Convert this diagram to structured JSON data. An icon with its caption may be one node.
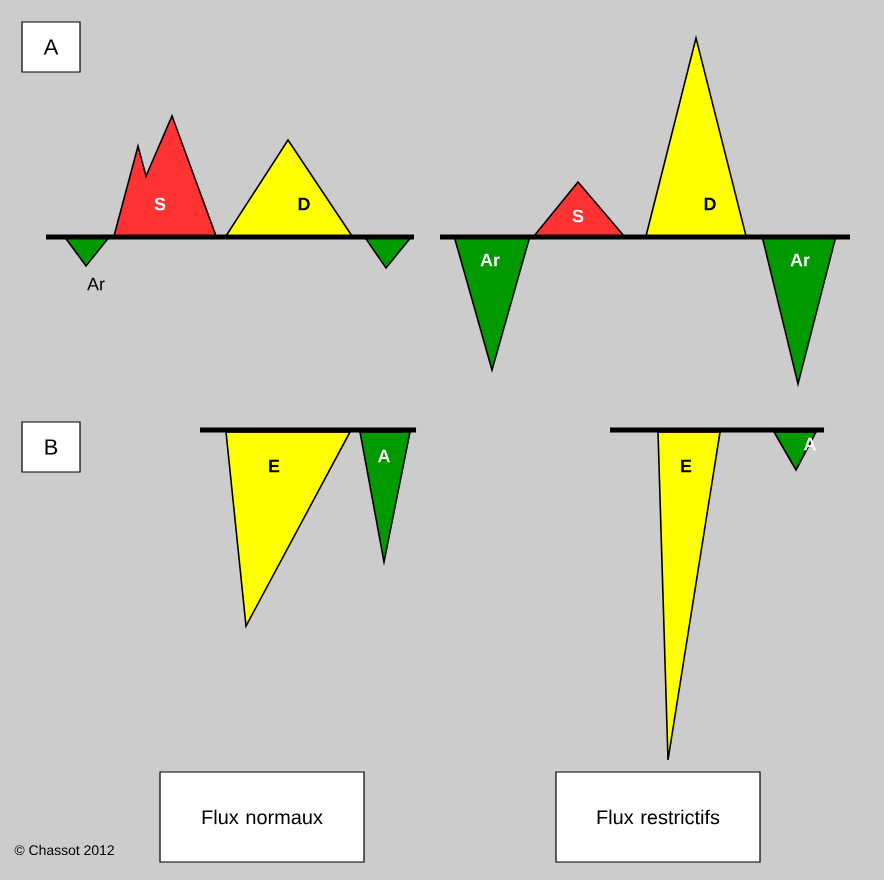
{
  "diagram": {
    "nodes": [
      {
        "text": [
          "A"
        ]
      },
      {
        "text": [],
        "beside": [
          "Ar"
        ],
        "shape": "triangle"
      },
      {
        "text": [
          "S"
        ]
      },
      {
        "text": [
          "D"
        ]
      },
      {
        "text": [],
        "shape": "triangle"
      },
      {
        "text": [
          "Ar"
        ]
      },
      {
        "text": [
          "S"
        ]
      },
      {
        "text": [
          "D"
        ]
      },
      {
        "text": [
          "Ar"
        ]
      },
      {
        "text": [
          "B"
        ]
      },
      {
        "text": [
          "E"
        ]
      },
      {
        "text": [
          "A"
        ]
      },
      {
        "text": [
          "E"
        ]
      },
      {
        "text": [
          "A"
        ]
      },
      {
        "text": [
          "Flux normaux"
        ]
      },
      {
        "text": [
          "Flux restrictifs"
        ]
      }
    ],
    "labels": [
      "© Chassot 2012"
    ]
  }
}
